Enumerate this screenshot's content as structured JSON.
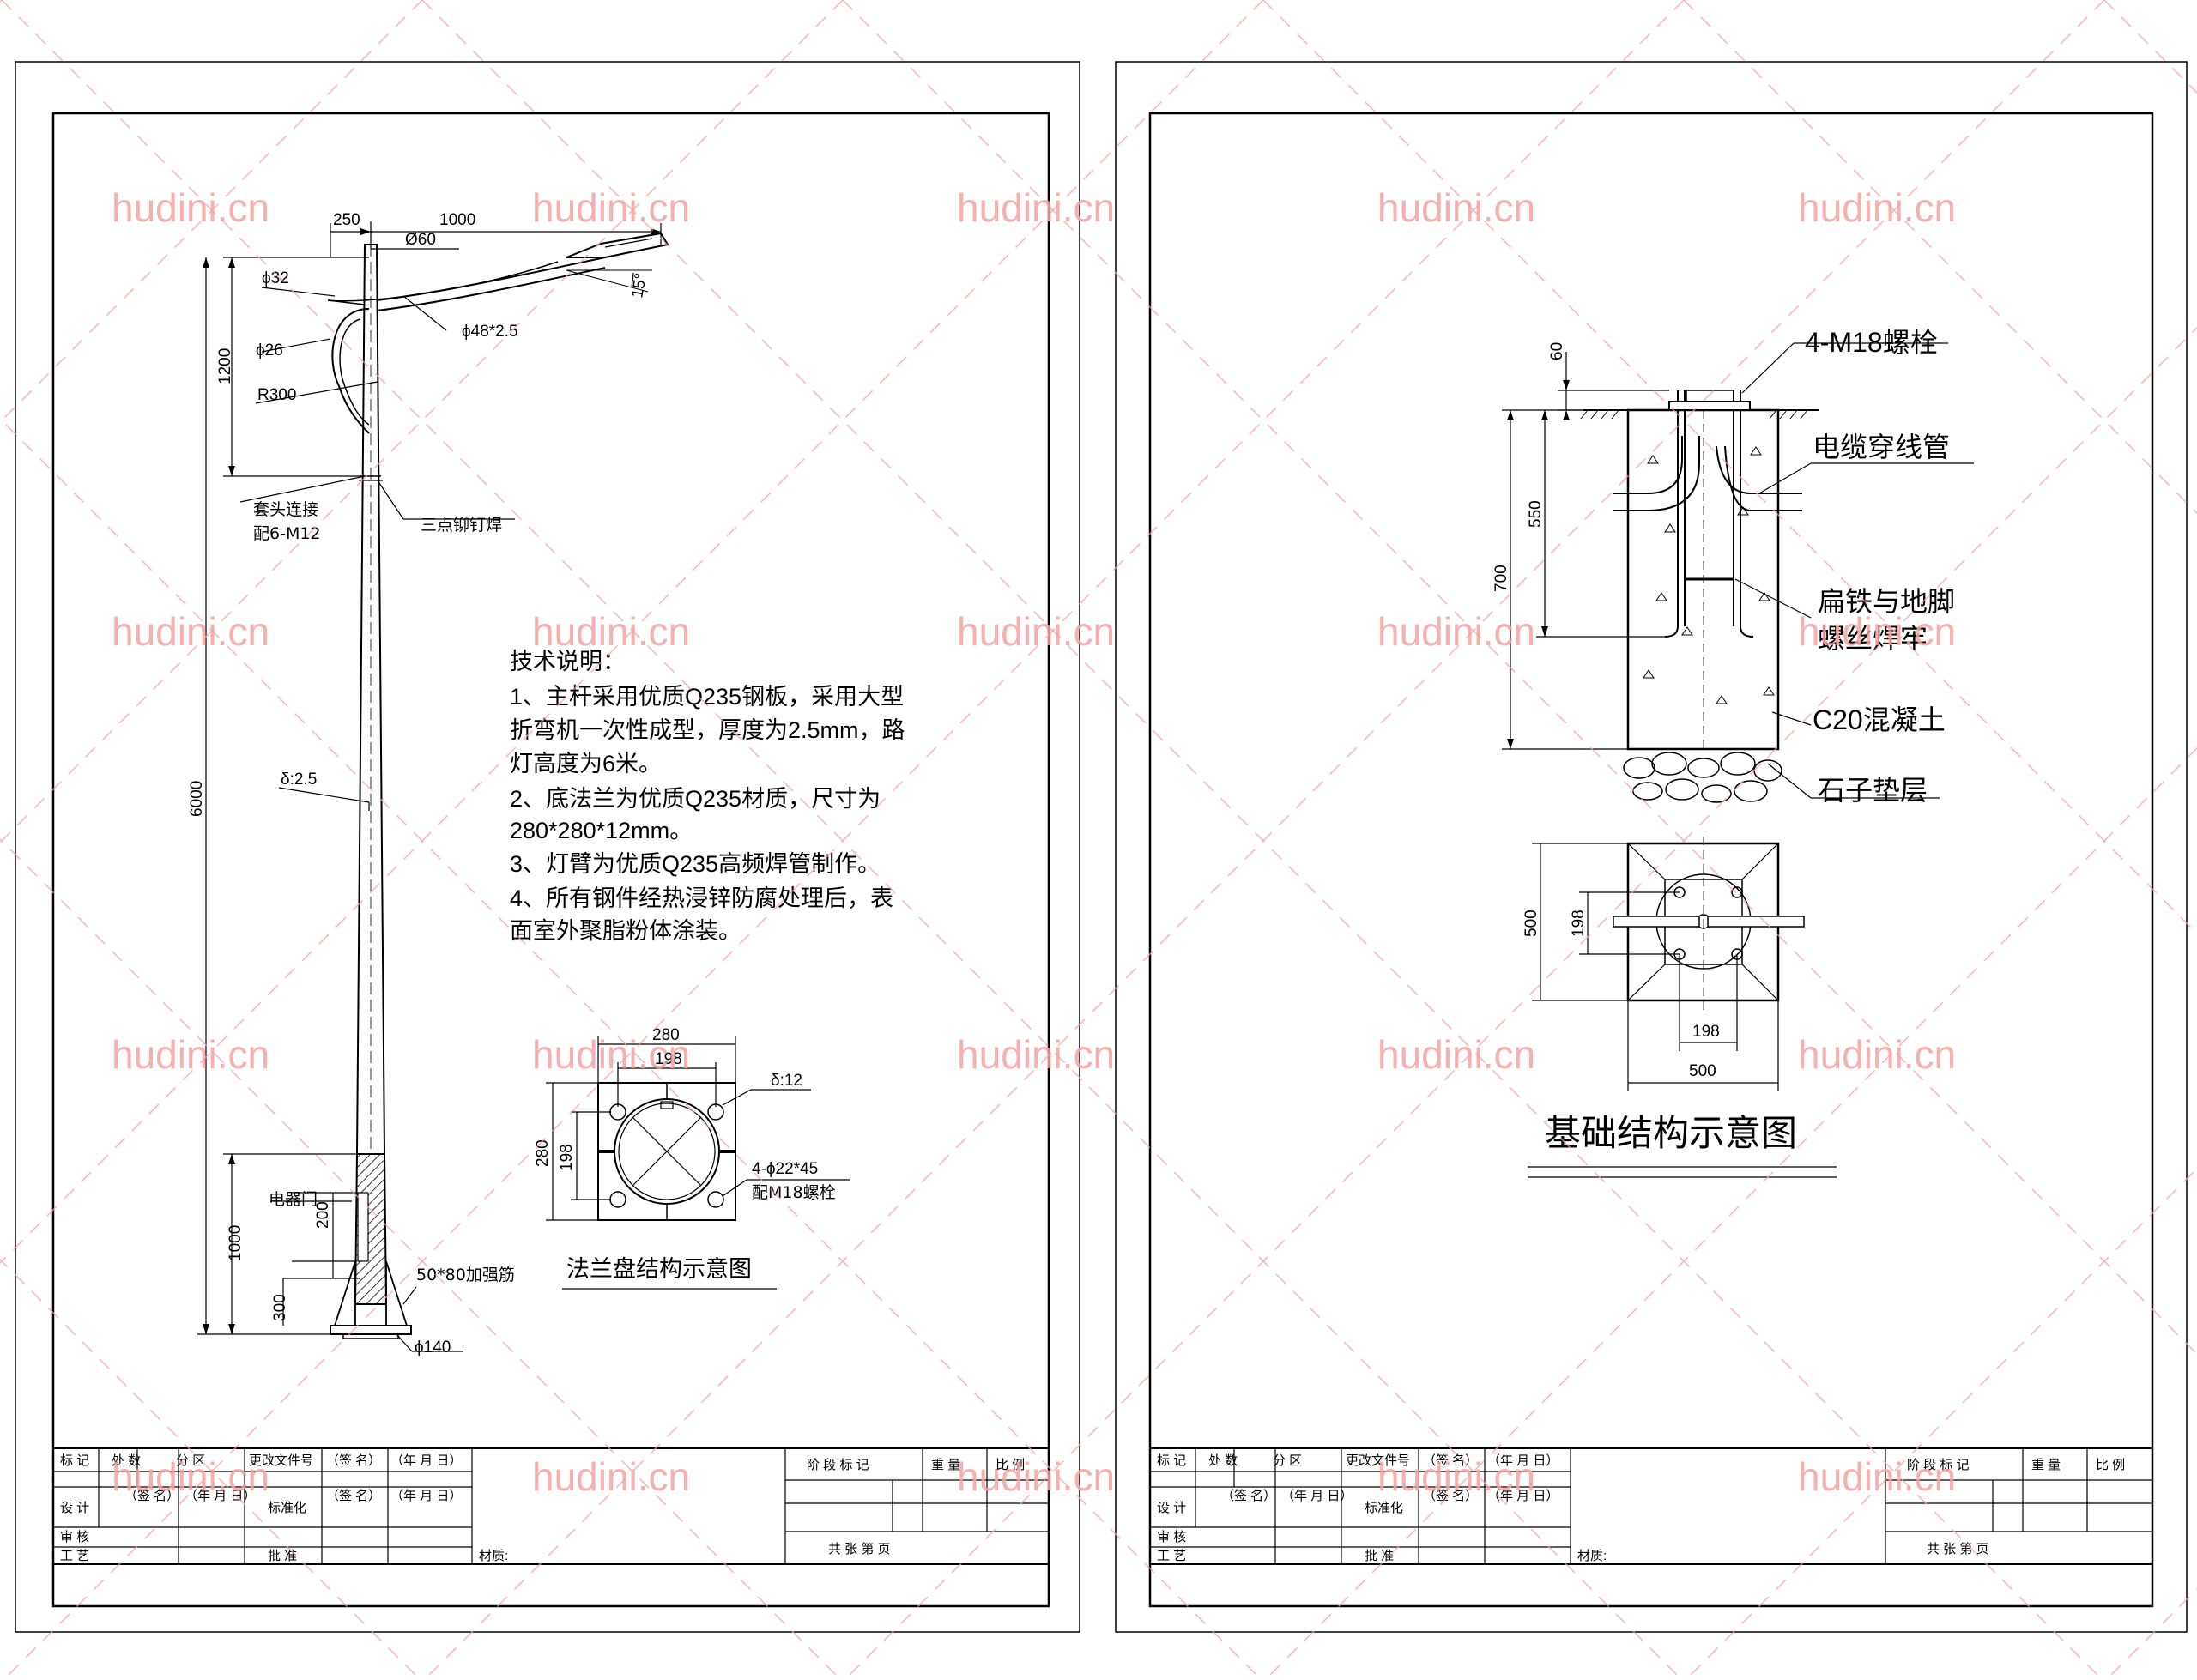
{
  "watermark": {
    "text": "hudini.cn",
    "color": "#f4a3a3"
  },
  "pole": {
    "dims": {
      "top_offset": "250",
      "arm_length": "1000",
      "top_dia": "Ø60",
      "bracket_dia": "ϕ32",
      "curve_dia": "ϕ26",
      "arm_pipe": "ϕ48*2.5",
      "angle": "15°",
      "arm_height": "1200",
      "radius": "R300",
      "height": "6000",
      "wall": "δ:2.5",
      "base_zone": "1000",
      "door_height": "200",
      "door_offset": "300",
      "base_dia": "ϕ140"
    },
    "labels": {
      "sleeve_line1": "套头连接",
      "sleeve_line2": "配6-M12",
      "rivet_weld": "三点铆钉焊",
      "door": "电器门",
      "rib": "50*80加强筋"
    }
  },
  "notes": {
    "title": "技术说明：",
    "lines": [
      "1、主杆采用优质Q235钢板，采用大型",
      "折弯机一次性成型，厚度为2.5mm，路",
      "灯高度为6米。",
      "2、底法兰为优质Q235材质，尺寸为",
      "280*280*12mm。",
      "3、灯臂为优质Q235高频焊管制作。",
      "4、所有钢件经热浸锌防腐处理后，表",
      "面室外聚脂粉体涂装。"
    ]
  },
  "flange": {
    "outer": "280",
    "inner": "198",
    "outer_v": "280",
    "inner_v": "198",
    "thickness": "δ:12",
    "holes": "4-ϕ22*45",
    "bolts": "配M18螺栓",
    "title": "法兰盘结构示意图"
  },
  "foundation": {
    "bolts": "4-M18螺栓",
    "cable": "电缆穿线管",
    "weld_line1": "扁铁与地脚",
    "weld_line2": "螺丝焊牢",
    "concrete": "C20混凝土",
    "gravel": "石子垫层",
    "d60": "60",
    "d550": "550",
    "d700": "700",
    "plan_500_v": "500",
    "plan_198_v": "198",
    "plan_198_h": "198",
    "plan_500_h": "500",
    "title": "基础结构示意图"
  },
  "title_block": {
    "mark": "标 记",
    "count": "处 数",
    "zone": "分 区",
    "change_doc": "更改文件号",
    "sign": "（签 名）",
    "date": "（年 月 日）",
    "design": "设 计",
    "standardize": "标准化",
    "review": "审 核",
    "process": "工 艺",
    "approve": "批 准",
    "material": "材质:",
    "stage": "阶 段 标 记",
    "weight": "重 量",
    "scale": "比 例",
    "sheets": "共    张    第    页"
  }
}
